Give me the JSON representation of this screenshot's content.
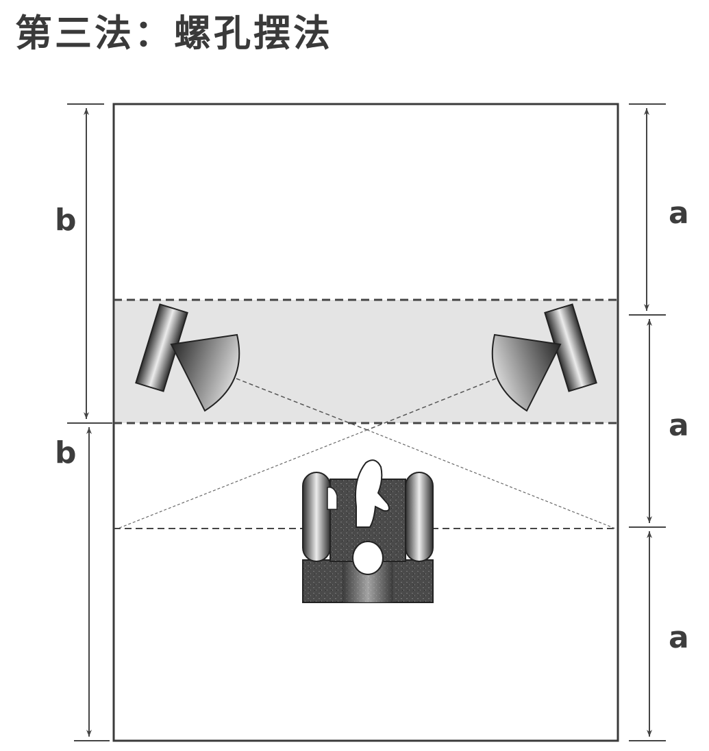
{
  "title": "第三法：螺孔摆法",
  "labels": {
    "left_top": "b",
    "left_bottom": "b",
    "right_top": "a",
    "right_middle": "a",
    "right_bottom": "a"
  }
}
